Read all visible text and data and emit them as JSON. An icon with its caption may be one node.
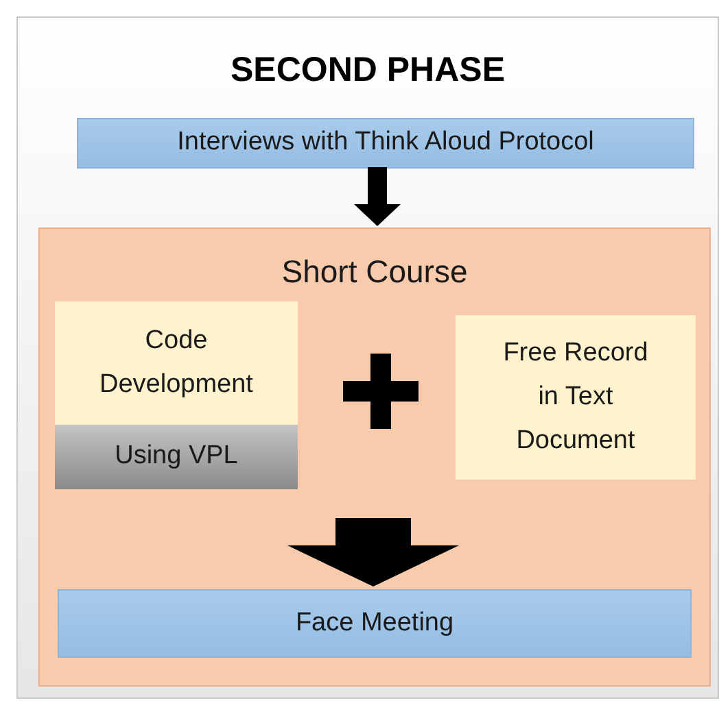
{
  "diagram": {
    "nodes": [
      {
        "text": [
          "SECOND PHASE"
        ]
      },
      {
        "text": [
          "Interviews with Think Aloud Protocol"
        ],
        "in": 0
      },
      {
        "text": [
          "Short Course"
        ],
        "in": 0
      },
      {
        "text": [
          "Code Development"
        ],
        "in": 2
      },
      {
        "text": [
          "Using VPL"
        ],
        "in": 2
      },
      {
        "text": [
          "Free Record in Text Document"
        ],
        "in": 2
      },
      {
        "text": [
          "Face Meeting"
        ],
        "in": 2
      }
    ],
    "edges": [
      {
        "from": 1,
        "to": 2,
        "arrow": "to"
      },
      {
        "from": null,
        "to": 6,
        "arrow": "to",
        "style": "thick"
      }
    ]
  }
}
